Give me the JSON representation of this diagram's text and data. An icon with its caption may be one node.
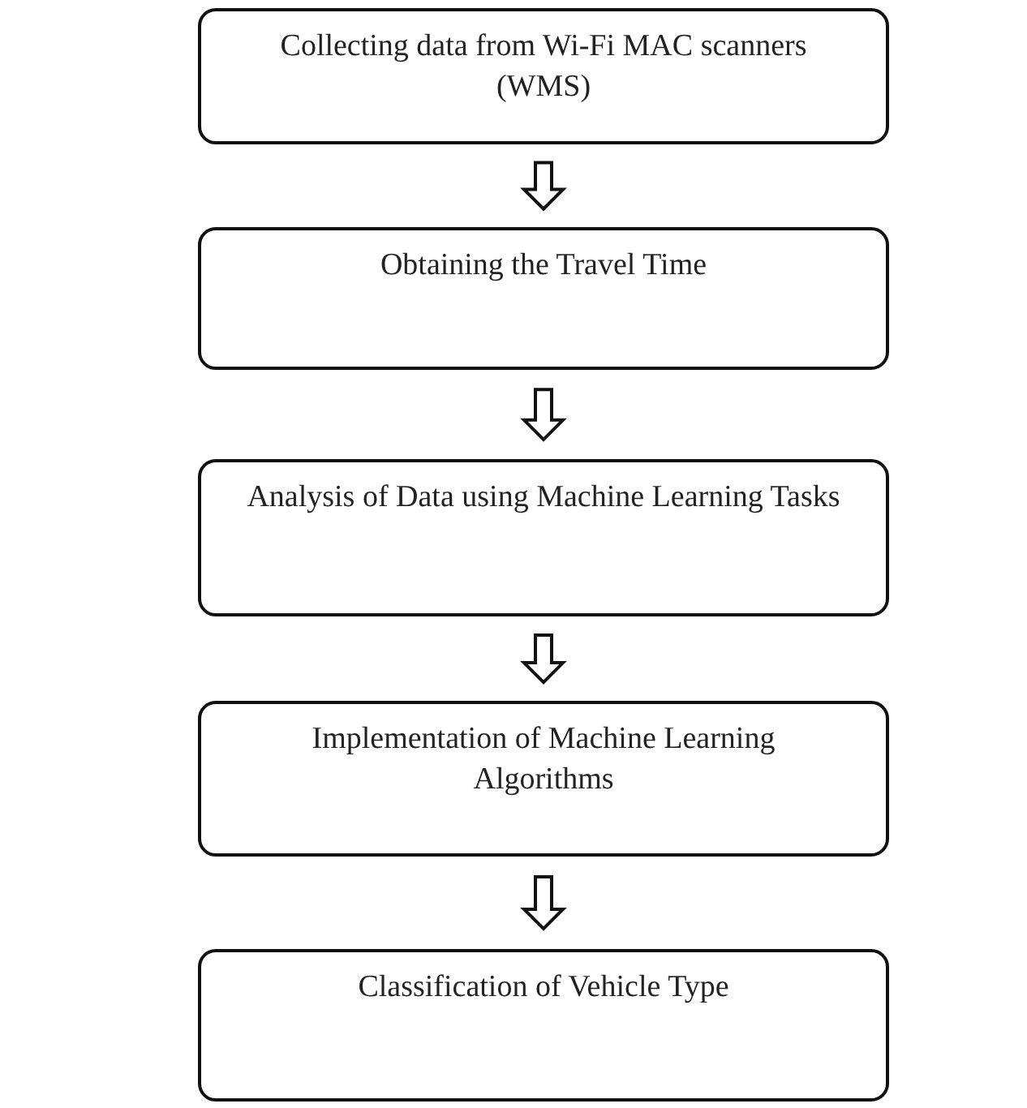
{
  "diagram": {
    "nodes": [
      {
        "text": [
          "Collecting data from Wi-Fi MAC scanners (WMS)"
        ]
      },
      {
        "text": [
          "Obtaining the Travel Time"
        ]
      },
      {
        "text": [
          "Analysis of Data using Machine Learning Tasks"
        ]
      },
      {
        "text": [
          "Implementation of Machine Learning Algorithms"
        ]
      },
      {
        "text": [
          "Classification of Vehicle Type"
        ]
      }
    ],
    "edges": [
      {
        "from": 0,
        "to": 1,
        "arrow": "to"
      },
      {
        "from": 1,
        "to": 2,
        "arrow": "to"
      },
      {
        "from": 2,
        "to": 3,
        "arrow": "to"
      },
      {
        "from": 3,
        "to": 4,
        "arrow": "to"
      }
    ]
  }
}
